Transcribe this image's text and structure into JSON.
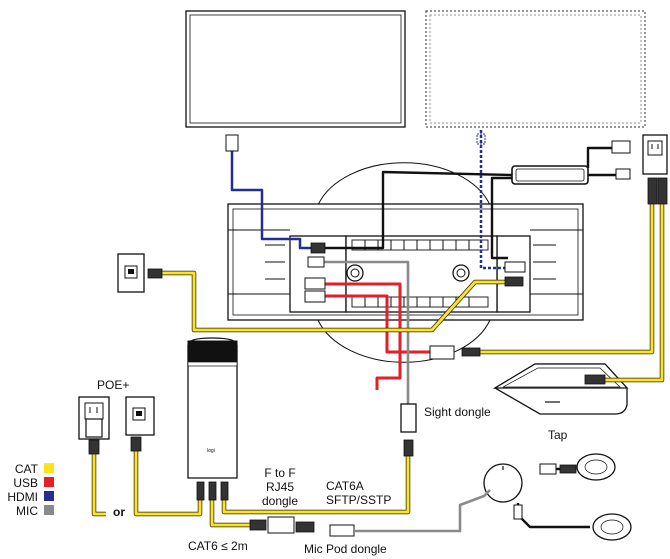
{
  "labels": {
    "poe": "POE+",
    "or": "or",
    "sight_dongle": "Sight dongle",
    "tap": "Tap",
    "f_to_f_line1": "F to F",
    "f_to_f_line2": "RJ45",
    "f_to_f_line3": "dongle",
    "cat6a_line1": "CAT6A",
    "cat6a_line2": "SFTP/SSTP",
    "cat6_length": "CAT6 ≤ 2m",
    "mic_pod_dongle": "Mic Pod dongle"
  },
  "legend": [
    {
      "label": "CAT",
      "color": "#ffe41a"
    },
    {
      "label": "USB",
      "color": "#e3202a"
    },
    {
      "label": "HDMI",
      "color": "#232f8f"
    },
    {
      "label": "MIC",
      "color": "#8a8a8a"
    }
  ],
  "colors": {
    "cat": "#ffe41a",
    "usb": "#e3202a",
    "hdmi": "#232f8f",
    "mic": "#8a8a8a",
    "power": "#111111"
  },
  "icons": [
    "monitor-icon",
    "secondary-monitor-icon",
    "power-adapter-icon",
    "wall-outlet-icon",
    "ethernet-wall-jack-icon",
    "rally-bar-icon",
    "sight-camera-icon",
    "tap-controller-icon",
    "mic-pod-icon",
    "mic-pod-hub-icon"
  ]
}
